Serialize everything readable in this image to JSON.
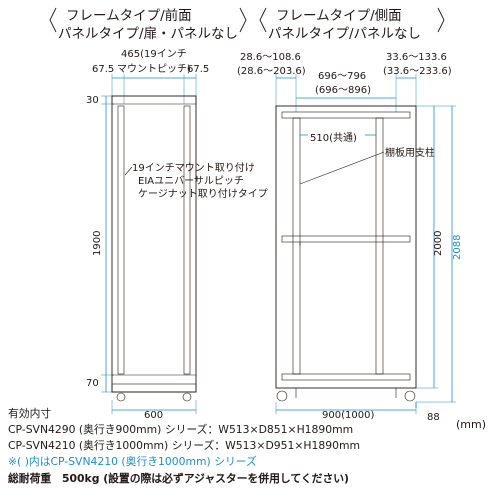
{
  "front_view": {
    "heading_line1": "フレームタイプ/前面",
    "heading_line2": "パネルタイプ/扉・パネルなし",
    "top_dim_center": "465(19インチ",
    "top_dim_center_2": "マウントピッチ)",
    "top_dim_left": "67.5",
    "top_dim_right": "67.5",
    "left_top": "30",
    "left_height": "1900",
    "left_bottom": "70",
    "bottom_width": "600",
    "callout_1": "19インチマウント取り付け",
    "callout_2": "EIAユニバーサルピッチ",
    "callout_3": "ケージナット取り付けタイプ"
  },
  "side_view": {
    "heading_line1": "フレームタイプ/側面",
    "heading_line2": "パネルタイプ/パネルなし",
    "dim_left_1": "28.6～108.6",
    "dim_left_2": "(28.6～203.6)",
    "dim_right_1": "33.6～133.6",
    "dim_right_2": "(33.6～233.6)",
    "dim_center_1": "696～796",
    "dim_center_2": "(696～896)",
    "shared_label": "510(共通)",
    "shelf_label": "棚板用支柱",
    "height_inner": "2000",
    "height_total": "2088",
    "bottom_width": "900(1000)",
    "caster": "88",
    "unit": "(mm)"
  },
  "footer": {
    "line_1": "有効内寸",
    "line_2": "CP-SVN4290 (奥行き900mm) シリーズ：W513×D851×H1890mm",
    "line_3": "CP-SVN4210 (奥行き1000mm) シリーズ：W513×D951×H1890mm",
    "line_4": "※( )内はCP-SVN4210 (奥行き1000mm) シリーズ",
    "line_5": "総耐荷重　500kg (設置の際は必ずアジャスターを併用してください)"
  },
  "colors": {
    "dimension": "#1f8ec9",
    "outline": "#231815"
  }
}
